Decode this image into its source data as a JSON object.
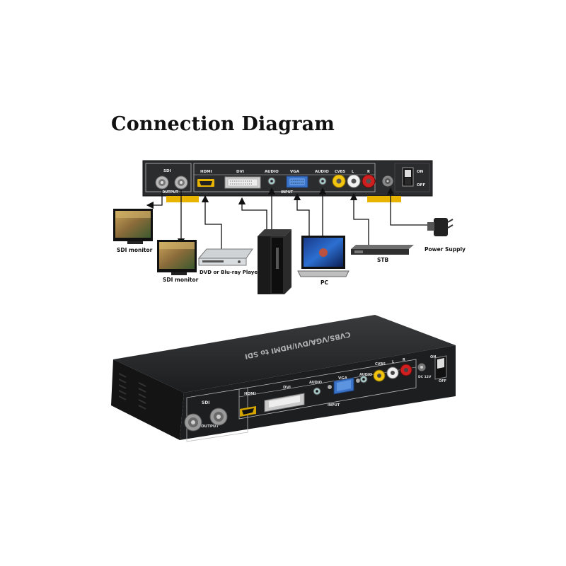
{
  "title": "Connection Diagram",
  "panel": {
    "sdi": "SDI",
    "output": "OUTPUT",
    "hdmi": "HDMI",
    "dvi": "DVI",
    "audio1": "AUDIO",
    "vga": "VGA",
    "audio2": "AUDIO",
    "cvbs": "CVBS",
    "l": "L",
    "r": "R",
    "input": "INPUT",
    "on": "ON",
    "off": "OFF"
  },
  "devices": {
    "sdi_monitor_1": "SDI monitor",
    "sdi_monitor_2": "SDI monitor",
    "dvd_player": "DVD or Blu-ray Player",
    "pc": "PC",
    "stb": "STB",
    "power_supply": "Power Supply"
  },
  "product": {
    "top_label": "CVBS/VGA/DVI/HDMI to SDI",
    "sdi": "SDI",
    "output": "OUTPUT",
    "hdmi": "HDMI",
    "dvi": "DVI",
    "audio1": "AUDIO",
    "vga": "VGA",
    "audio2": "AUDIO",
    "cvbs": "CVBS",
    "l": "L",
    "r": "R",
    "input": "INPUT",
    "dc": "DC 12V",
    "on": "ON",
    "off": "OFF"
  }
}
